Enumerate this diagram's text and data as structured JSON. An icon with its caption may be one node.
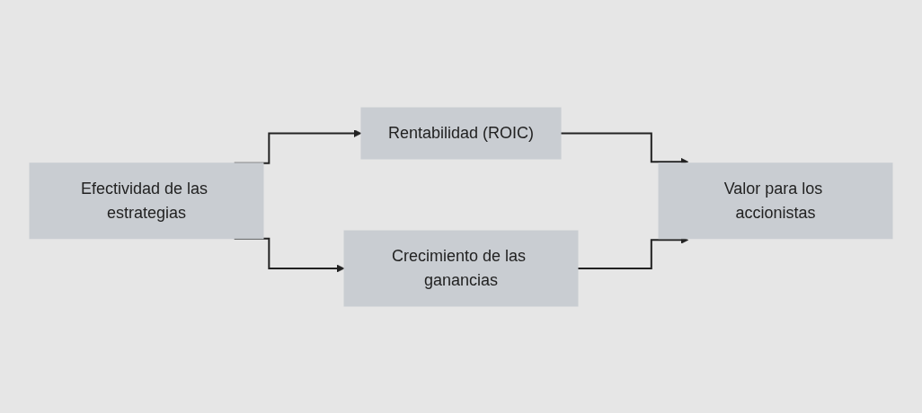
{
  "diagram": {
    "nodes": [
      {
        "text": [
          "Efectividad de las estrategias"
        ]
      },
      {
        "text": [
          "Rentabilidad (ROIC)"
        ]
      },
      {
        "text": [
          "Crecimiento de las ganancias"
        ]
      },
      {
        "text": [
          "Valor para los accionistas"
        ]
      }
    ],
    "edges": [
      {
        "from": 0,
        "to": 1,
        "arrow": "to"
      },
      {
        "from": 0,
        "to": 2,
        "arrow": "to"
      },
      {
        "from": 1,
        "to": 3,
        "arrow": "to"
      },
      {
        "from": 2,
        "to": 3,
        "arrow": "to"
      }
    ]
  }
}
